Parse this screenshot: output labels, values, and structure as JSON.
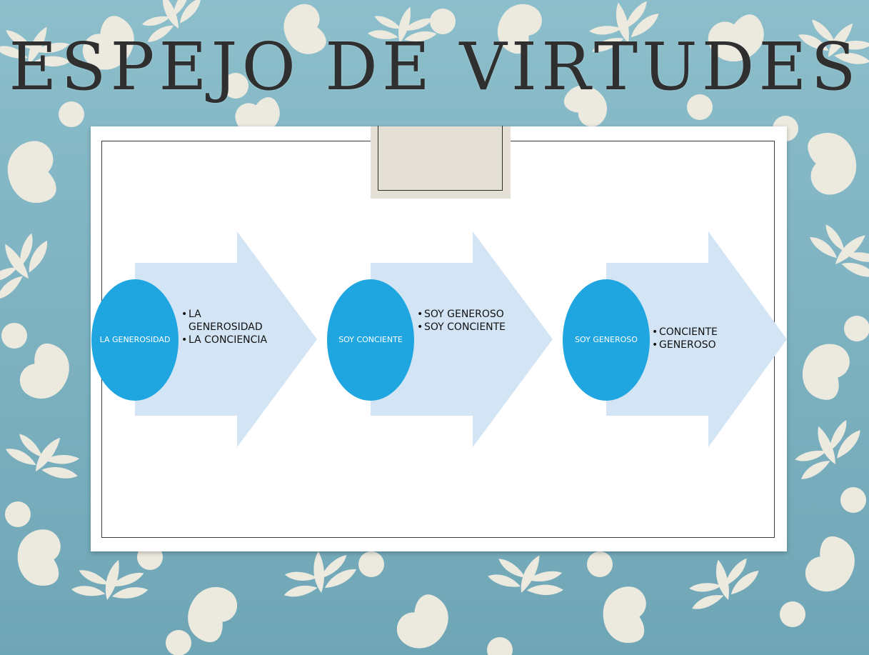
{
  "title": "ESPEJO DE VIRTUDES",
  "colors": {
    "background": "#7fb3c1",
    "pattern": "#ece9df",
    "circle": "#1fa6e0",
    "arrow": "#d3e5f5",
    "panel": "#ffffff"
  },
  "steps": [
    {
      "circle_label": "LA GENEROSIDAD",
      "bullets": [
        "LA GENEROSIDAD",
        "LA CONCIENCIA"
      ]
    },
    {
      "circle_label": "SOY CONCIENTE",
      "bullets": [
        "SOY GENEROSO",
        "SOY CONCIENTE"
      ]
    },
    {
      "circle_label": "SOY GENEROSO",
      "bullets": [
        "CONCIENTE",
        "GENEROSO"
      ]
    }
  ]
}
